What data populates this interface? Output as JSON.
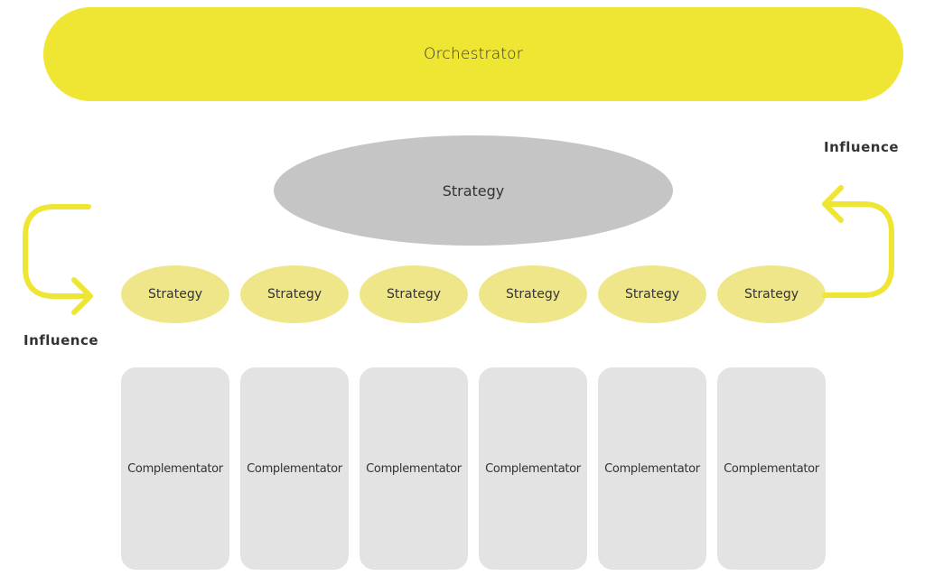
{
  "diagram": {
    "orchestrator": {
      "label": "Orchestrator",
      "color": "#efe633"
    },
    "central_strategy": {
      "label": "Strategy",
      "color": "#c5c5c5"
    },
    "strategies": [
      {
        "label": "Strategy"
      },
      {
        "label": "Strategy"
      },
      {
        "label": "Strategy"
      },
      {
        "label": "Strategy"
      },
      {
        "label": "Strategy"
      },
      {
        "label": "Strategy"
      }
    ],
    "complementators": [
      {
        "label": "Complementator"
      },
      {
        "label": "Complementator"
      },
      {
        "label": "Complementator"
      },
      {
        "label": "Complementator"
      },
      {
        "label": "Complementator"
      },
      {
        "label": "Complementator"
      }
    ],
    "influence_left": {
      "label": "Influence"
    },
    "influence_right": {
      "label": "Influence"
    },
    "colors": {
      "strategy": "#efe68a",
      "complementator": "#e3e3e3",
      "arrow": "#efe633"
    }
  }
}
